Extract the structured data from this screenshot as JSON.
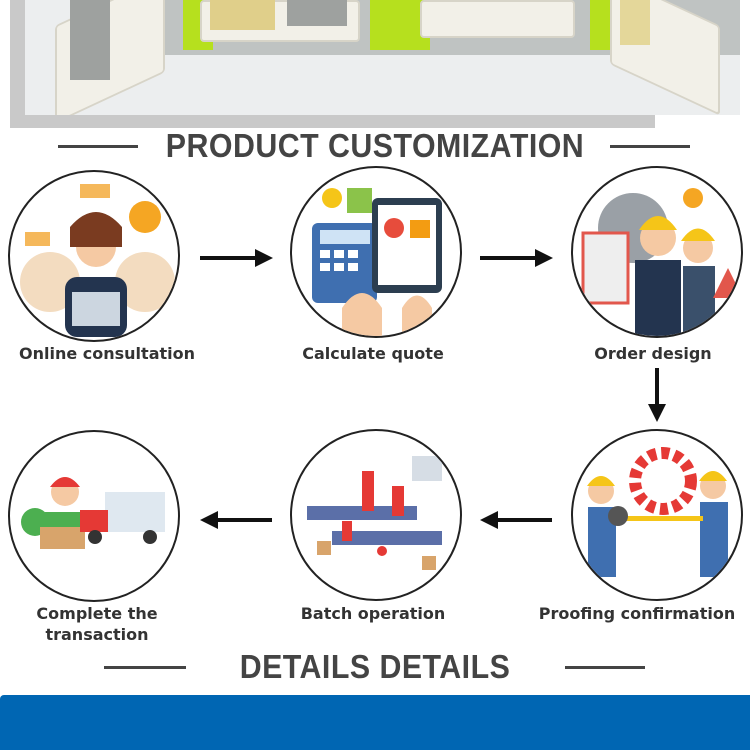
{
  "header_image": {
    "alt_visible": false
  },
  "section_title": "PRODUCT CUSTOMIZATION",
  "steps": [
    {
      "label": "Online consultation",
      "icon": "customer-service-icon"
    },
    {
      "label": "Calculate quote",
      "icon": "calculator-icon"
    },
    {
      "label": "Order design",
      "icon": "design-team-icon"
    },
    {
      "label": "Proofing confirmation",
      "icon": "measuring-workers-icon"
    },
    {
      "label": "Batch operation",
      "icon": "factory-line-icon"
    },
    {
      "label": "Complete the transaction",
      "icon": "delivery-truck-icon"
    }
  ],
  "details_title": "DETAILS DETAILS",
  "colors": {
    "accent_blue": "#0066b3",
    "text": "#444444",
    "green": "#b6e01e"
  }
}
